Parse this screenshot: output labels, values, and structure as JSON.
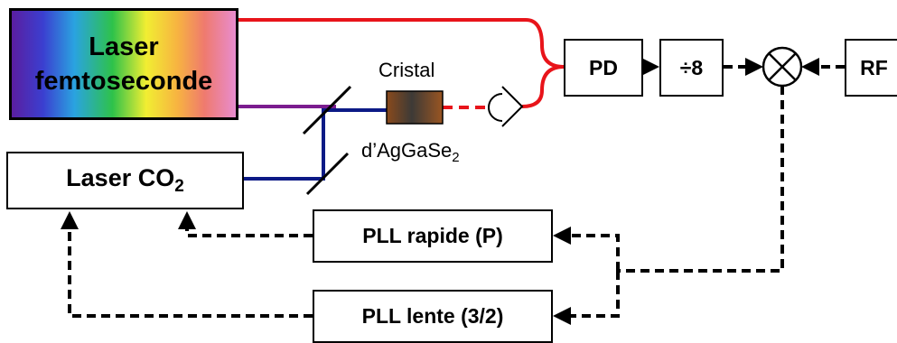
{
  "laser_femto": {
    "line1": "Laser",
    "line2": "femtoseconde"
  },
  "laser_co2": {
    "label": "Laser CO",
    "subscript": "2"
  },
  "crystal": {
    "label_top": "Cristal",
    "label_bottom": "d’AgGaSe",
    "label_bottom_sub": "2"
  },
  "pd": {
    "label": "PD"
  },
  "divider": {
    "label": "÷8"
  },
  "rf": {
    "label": "RF"
  },
  "pll_fast": {
    "label": "PLL rapide (P)"
  },
  "pll_slow": {
    "label": "PLL lente (3/2)"
  },
  "colors": {
    "red_beam": "#e8141a",
    "purple_beam": "#7b1c8f",
    "navy_beam": "#0c1a86",
    "crystal_gradient": [
      "#8a4a1c",
      "#3d3a36",
      "#9a5522"
    ],
    "signal_line": "#000000"
  },
  "icons": [
    "mirror-icon",
    "mirror-icon",
    "detector-icon",
    "mixer-icon"
  ]
}
